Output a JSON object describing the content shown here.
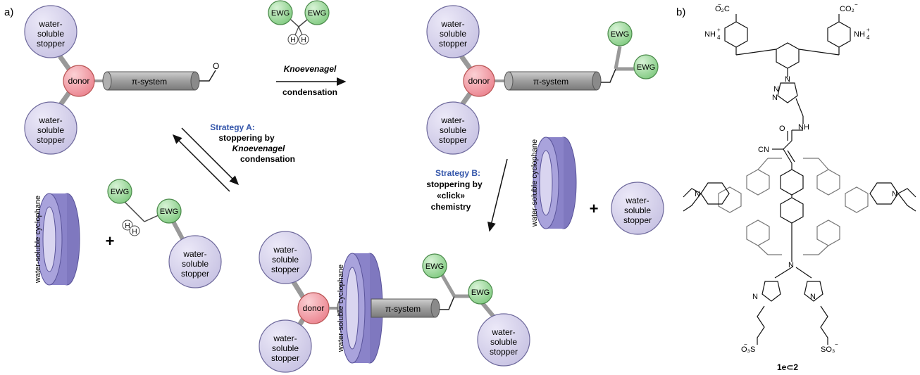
{
  "panels": {
    "a": "a)",
    "b": "b)"
  },
  "labels": {
    "water_soluble_stopper": [
      "water-",
      "soluble",
      "stopper"
    ],
    "donor": "donor",
    "pi_system": "π-system",
    "ewg": "EWG",
    "cyclophane": "water-soluble cyclophane",
    "H": "H",
    "plus": "+"
  },
  "reaction": {
    "knoevenagel_italic": "Knoevenagel",
    "condensation": "condensation"
  },
  "strategy_a": {
    "title": "Strategy A:",
    "line1": "stoppering by",
    "line2": "Knoevenagel",
    "line3": "condensation"
  },
  "strategy_b": {
    "title": "Strategy B:",
    "line1": "stoppering by",
    "line2": "«click»",
    "line3": "chemistry"
  },
  "molecule": {
    "co2_left": "O₂C",
    "co2_left_charge": "−",
    "co2_right": "CO₂",
    "co2_right_charge": "−",
    "nh4_left": "NH",
    "nh4_right": "NH",
    "nh4_sub": "4",
    "nh4_sup": "+",
    "triazole_n": "N",
    "NH": "NH",
    "O": "O",
    "CN": "CN",
    "N_plus": "N",
    "N_center": "N",
    "so3_left": "O₃S",
    "so3_right": "SO₃",
    "so3_charge": "−",
    "compound_label": "1e⊂2"
  },
  "colors": {
    "stopper": "#cfcbe6",
    "stopper_stroke": "#7b76a8",
    "donor": "#f0909a",
    "ewg": "#8fd08f",
    "pi_system": "#a6a6a6",
    "cyclophane": "#8f88c8",
    "strategy_text": "#3355aa"
  }
}
